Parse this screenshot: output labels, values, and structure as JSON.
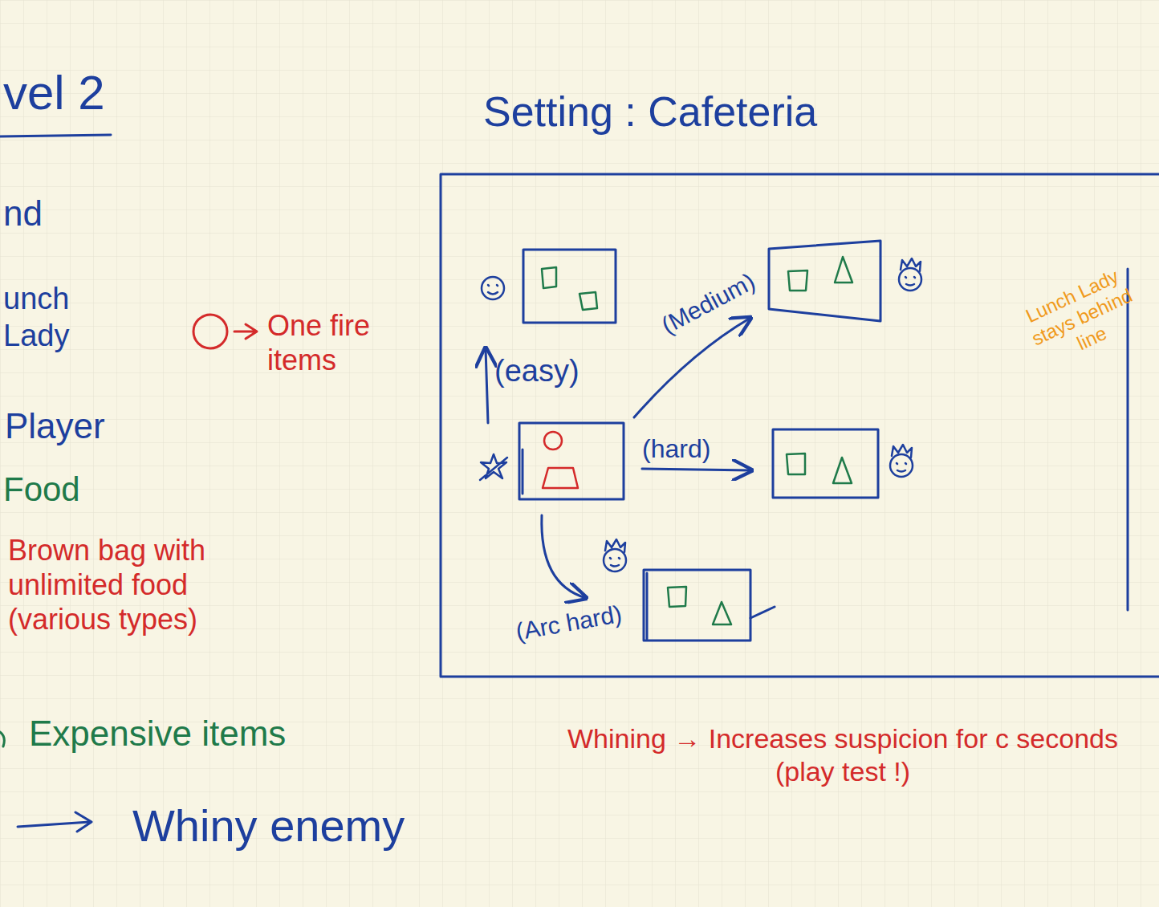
{
  "diagram": {
    "title": "vel 2",
    "labels": [
      "Setting : Cafeteria",
      "nd",
      "Brown bag with unlimited food (various types)",
      "(easy)",
      "(Medium)",
      "(hard)",
      "(Arc hard)",
      "Lunch Lady stays behind line",
      "Whining → Increases suspicion for c seconds (play test !)"
    ],
    "legend": [
      {
        "text": "unch Lady"
      },
      {
        "text": "Player"
      },
      {
        "text": "Food"
      },
      {
        "text": "Expensive items"
      },
      {
        "text": "Whiny enemy"
      },
      {
        "text": "One fire items"
      }
    ]
  }
}
